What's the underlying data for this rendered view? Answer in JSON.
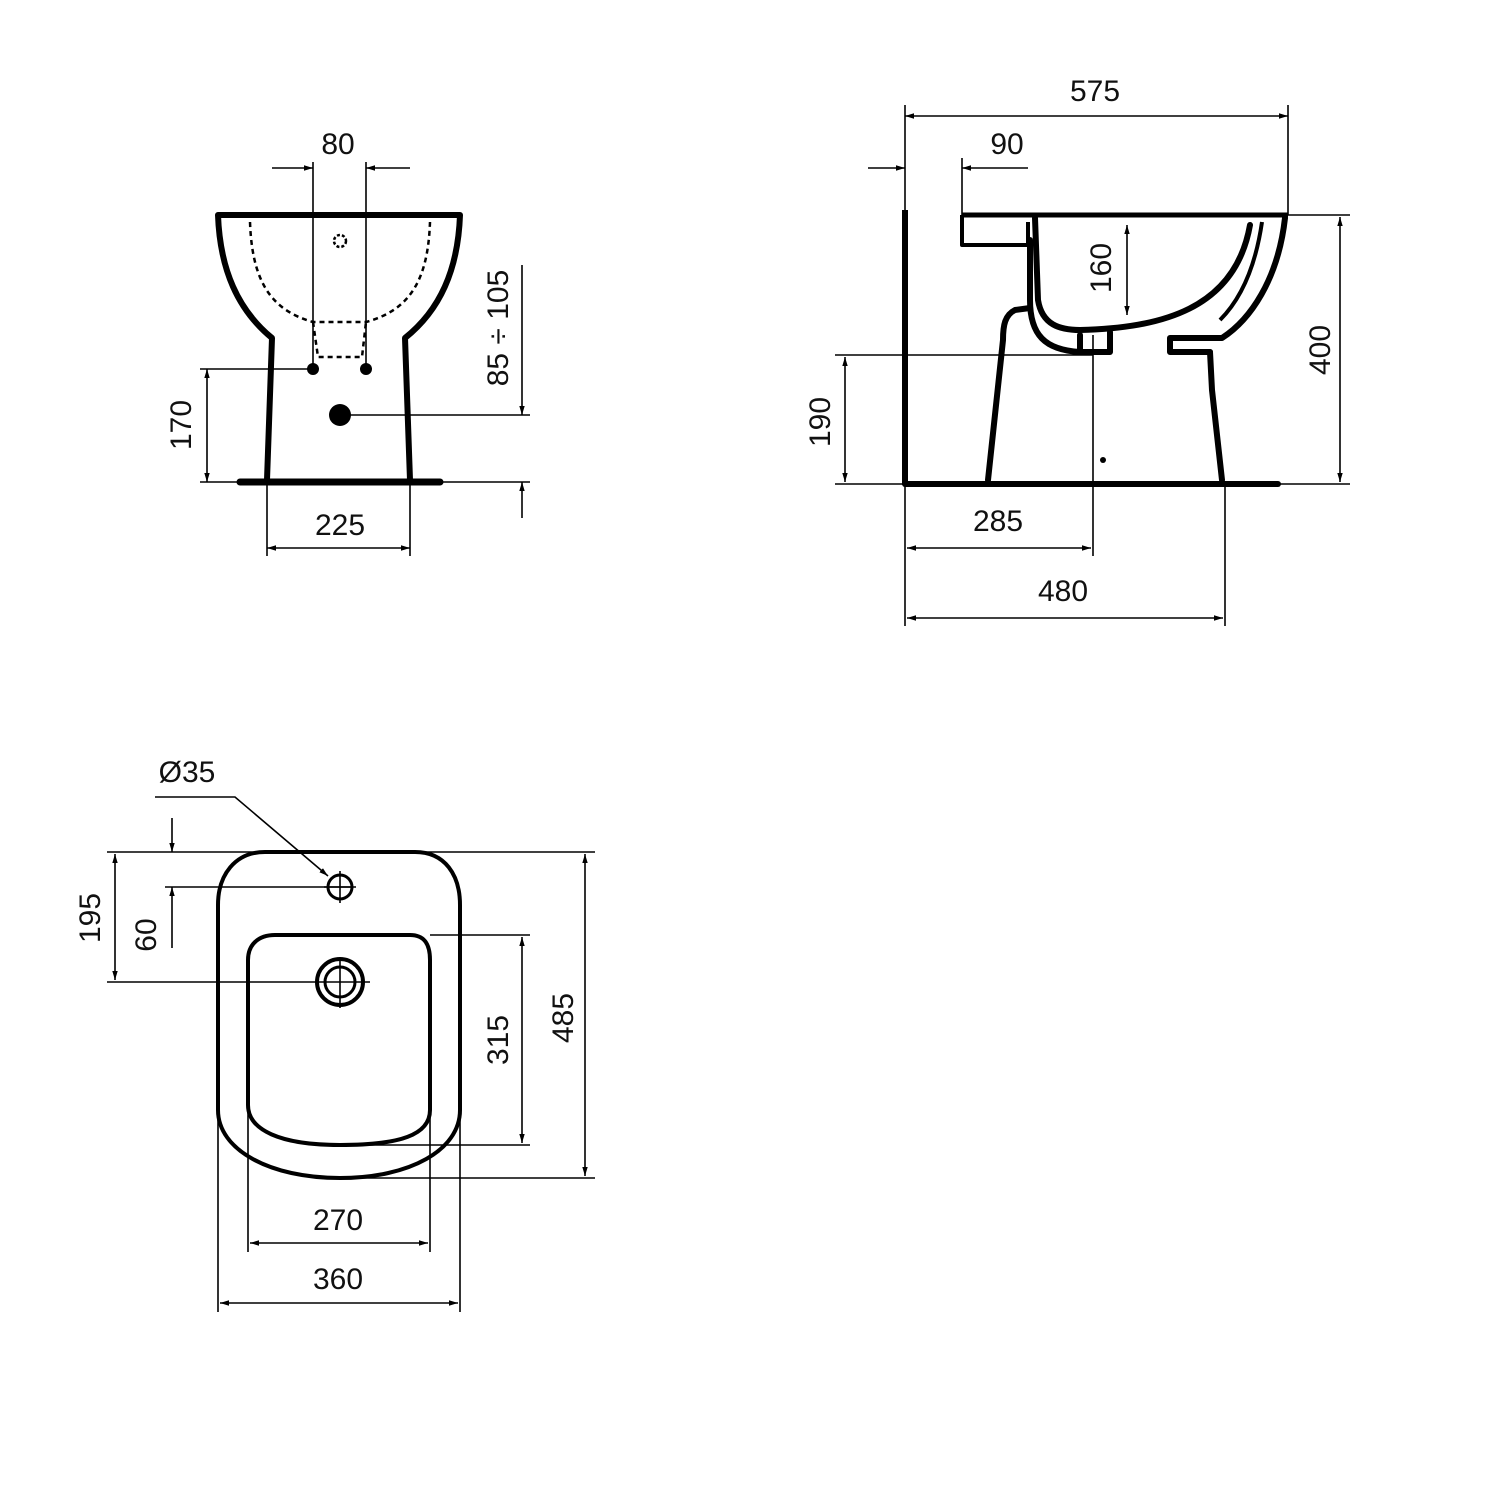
{
  "front_view": {
    "dim_taps_spacing": "80",
    "dim_tap_height": "170",
    "dim_drain_height": "85 ÷ 105",
    "dim_base_width": "225"
  },
  "side_view": {
    "dim_total_depth": "575",
    "dim_wall_gap": "90",
    "dim_bowl_depth": "160",
    "dim_total_height": "400",
    "dim_outlet_height": "190",
    "dim_outlet_distance": "285",
    "dim_base_depth": "480"
  },
  "top_view": {
    "dim_tap_hole_diameter": "Ø35",
    "dim_drain_from_back": "195",
    "dim_tap_hole_from_back": "60",
    "dim_bowl_length": "315",
    "dim_total_length": "485",
    "dim_bowl_width": "270",
    "dim_total_width": "360"
  },
  "colors": {
    "line": "#000000",
    "background": "#ffffff"
  }
}
